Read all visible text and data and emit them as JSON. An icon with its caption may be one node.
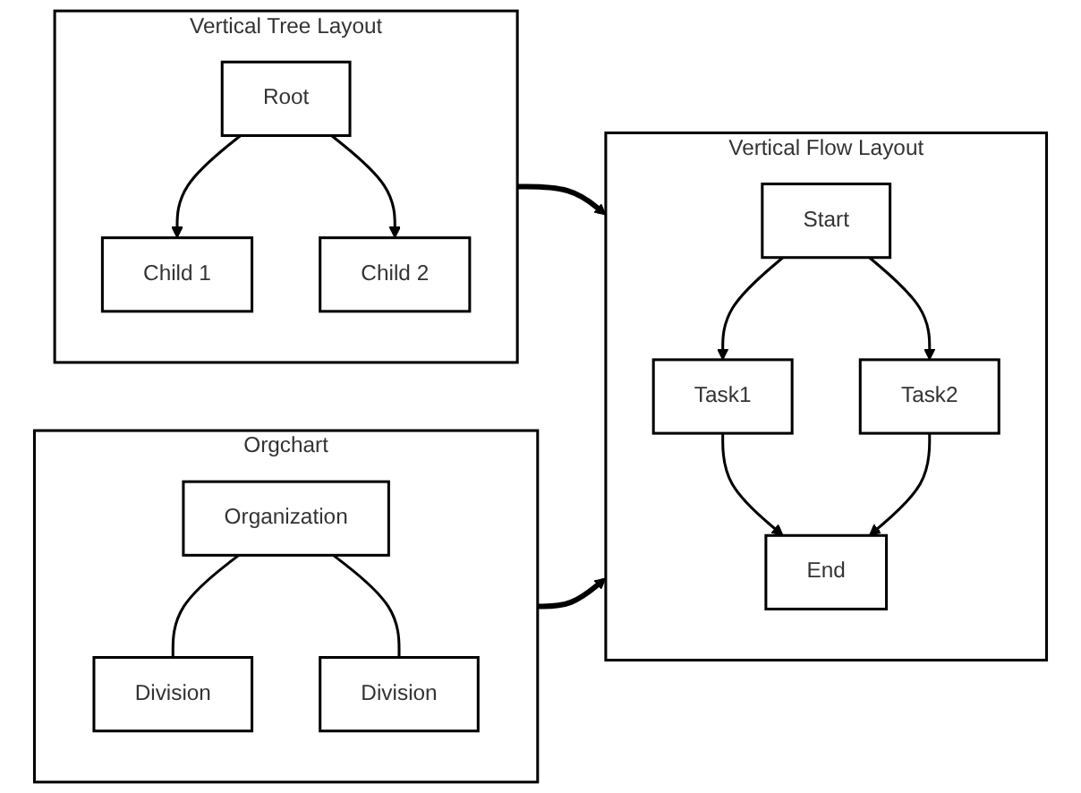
{
  "diagram": {
    "nodes": [
      {
        "text": [
          "Vertical Tree Layout"
        ]
      },
      {
        "text": [
          "Root"
        ],
        "in": 0
      },
      {
        "text": [
          "Child 1"
        ],
        "in": 0
      },
      {
        "text": [
          "Child 2"
        ],
        "in": 0
      },
      {
        "text": [
          "Vertical Flow Layout"
        ]
      },
      {
        "text": [
          "Start"
        ],
        "in": 4
      },
      {
        "text": [
          "Task1"
        ],
        "in": 4
      },
      {
        "text": [
          "Task2"
        ],
        "in": 4
      },
      {
        "text": [
          "End"
        ],
        "in": 4
      },
      {
        "text": [
          "Orgchart"
        ]
      },
      {
        "text": [
          "Organization"
        ],
        "in": 9
      },
      {
        "text": [
          "Division"
        ],
        "in": 9
      },
      {
        "text": [
          "Division"
        ],
        "in": 9
      }
    ],
    "edges": [
      {
        "from": 1,
        "to": 2,
        "arrow": "to"
      },
      {
        "from": 1,
        "to": 3,
        "arrow": "to"
      },
      {
        "from": 0,
        "to": 4,
        "arrow": "to",
        "style": "thick"
      },
      {
        "from": 5,
        "to": 6,
        "arrow": "to"
      },
      {
        "from": 5,
        "to": 7,
        "arrow": "to"
      },
      {
        "from": 6,
        "to": 8,
        "arrow": "to"
      },
      {
        "from": 7,
        "to": 8,
        "arrow": "to"
      },
      {
        "from": 9,
        "to": 4,
        "arrow": "to",
        "style": "thick"
      },
      {
        "from": 10,
        "to": 11,
        "arrow": "none"
      },
      {
        "from": 10,
        "to": 12,
        "arrow": "none"
      }
    ]
  }
}
